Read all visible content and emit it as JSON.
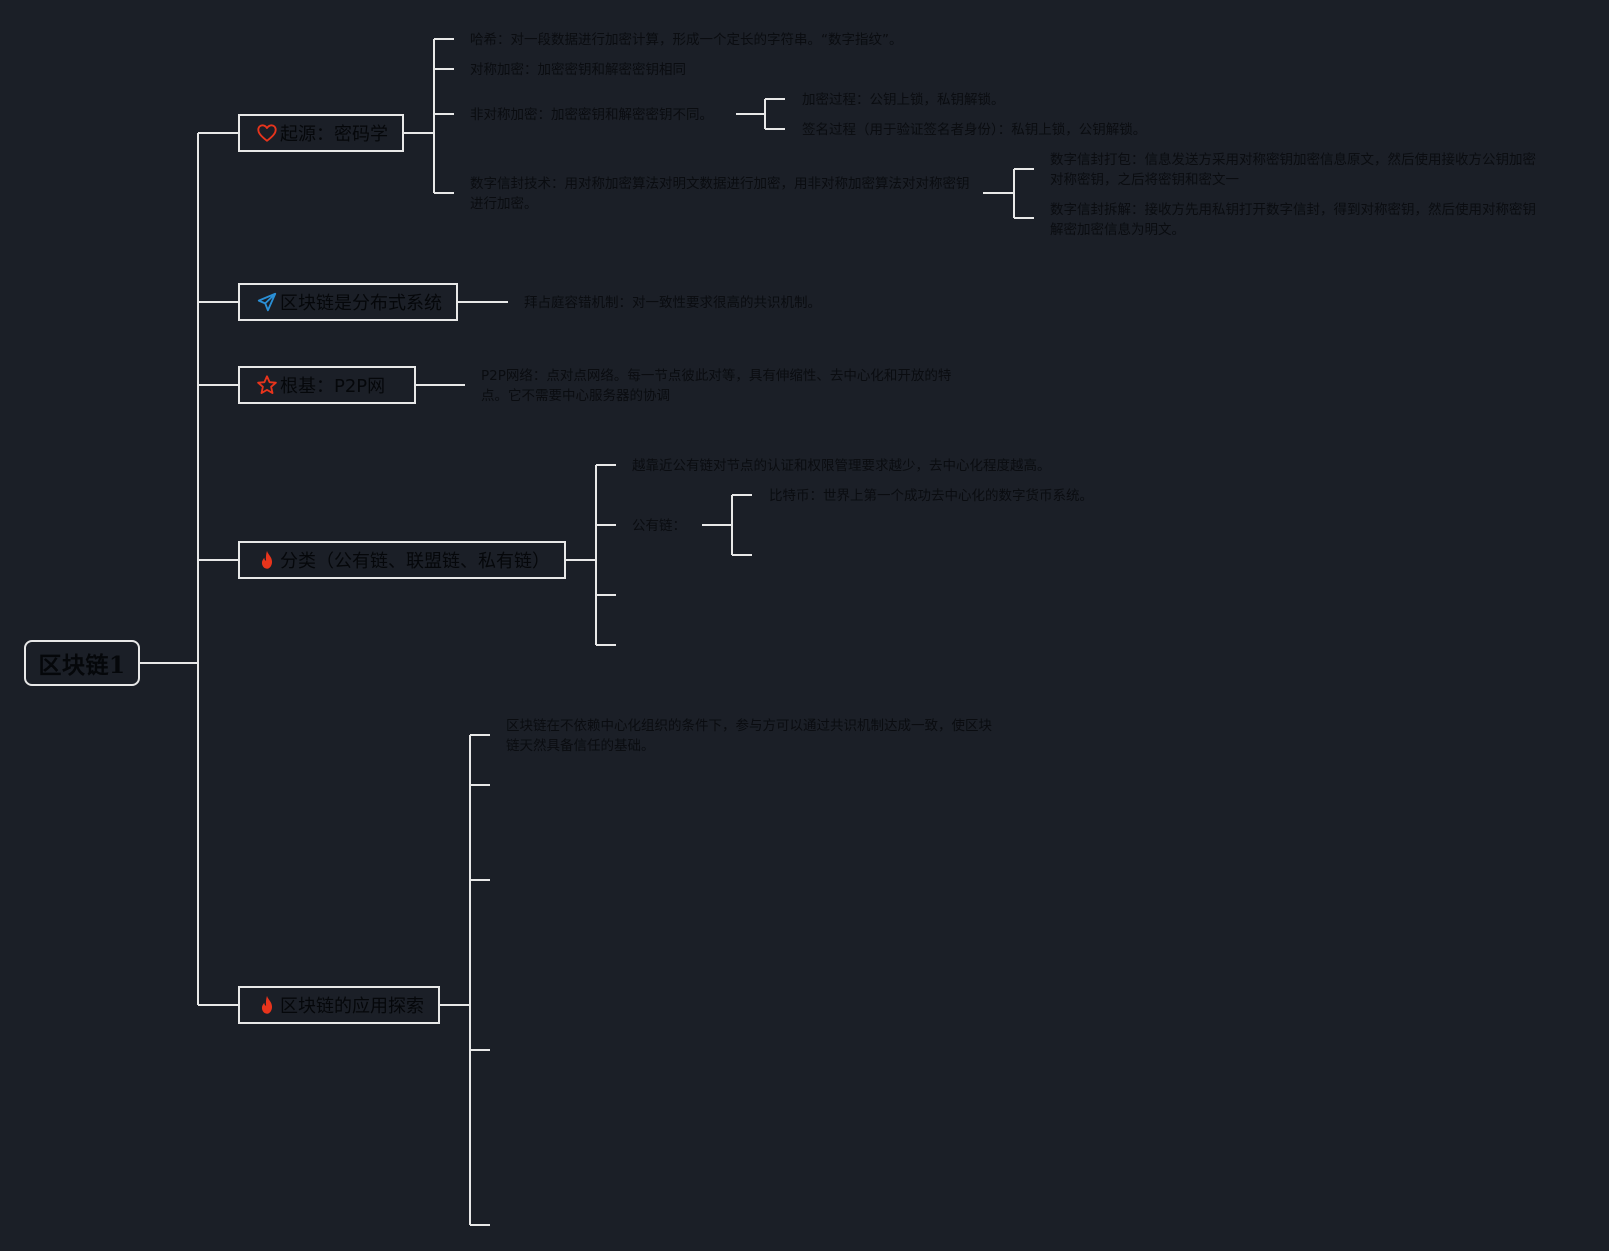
{
  "title": "区块链1",
  "colors": {
    "background": "#1b1f27",
    "line": "#e8e8e8",
    "text": "#05070a",
    "icon_red": "#e8341c",
    "icon_blue": "#2a8fd6"
  },
  "branches": [
    {
      "label": "起源：密码学",
      "icon": "heart-icon",
      "children": [
        {
          "text": "哈希：对一段数据进行加密计算，形成一个定长的字符串。“数字指纹”。"
        },
        {
          "text": "对称加密：加密密钥和解密密钥相同"
        },
        {
          "text": "非对称加密：加密密钥和解密密钥不同。",
          "children": [
            {
              "text": "加密过程：公钥上锁，私钥解锁。"
            },
            {
              "text": "签名过程（用于验证签名者身份）：私钥上锁，公钥解锁。"
            }
          ]
        },
        {
          "text": "数字信封技术：用对称加密算法对明文数据进行加密，用非对称加密算法对对称密钥进行加密。",
          "children": [
            {
              "text": "数字信封打包：信息发送方采用对称密钥加密信息原文，然后使用接收方公钥加密对称密钥，之后将密钥和密文一"
            },
            {
              "text": "数字信封拆解：接收方先用私钥打开数字信封，得到对称密钥，然后使用对称密钥解密加密信息为明文。"
            }
          ]
        }
      ]
    },
    {
      "label": "区块链是分布式系统",
      "icon": "paper-plane-icon",
      "children": [
        {
          "text": "拜占庭容错机制：对一致性要求很高的共识机制。"
        }
      ]
    },
    {
      "label": "根基：P2P网",
      "icon": "star-icon",
      "children": [
        {
          "text": "P2P网络：点对点网络。每一节点彼此对等，具有伸缩性、去中心化和开放的特点。它不需要中心服务器的协调"
        }
      ]
    },
    {
      "label": "分类（公有链、联盟链、私有链）",
      "icon": "fire-icon",
      "children": [
        {
          "text": "越靠近公有链对节点的认证和权限管理要求越少，去中心化程度越高。"
        },
        {
          "text": "公有链：",
          "children": [
            {
              "text": "比特币：世界上第一个成功去中心化的数字货币系统。"
            },
            {
              "text": ""
            }
          ]
        },
        {
          "text": ""
        },
        {
          "text": ""
        }
      ]
    },
    {
      "label": "区块链的应用探索",
      "icon": "fire-icon",
      "children": [
        {
          "text": "区块链在不依赖中心化组织的条件下，参与方可以通过共识机制达成一致，使区块链天然具备信任的基础。"
        },
        {
          "text": ""
        },
        {
          "text": ""
        },
        {
          "text": ""
        },
        {
          "text": ""
        }
      ]
    }
  ]
}
